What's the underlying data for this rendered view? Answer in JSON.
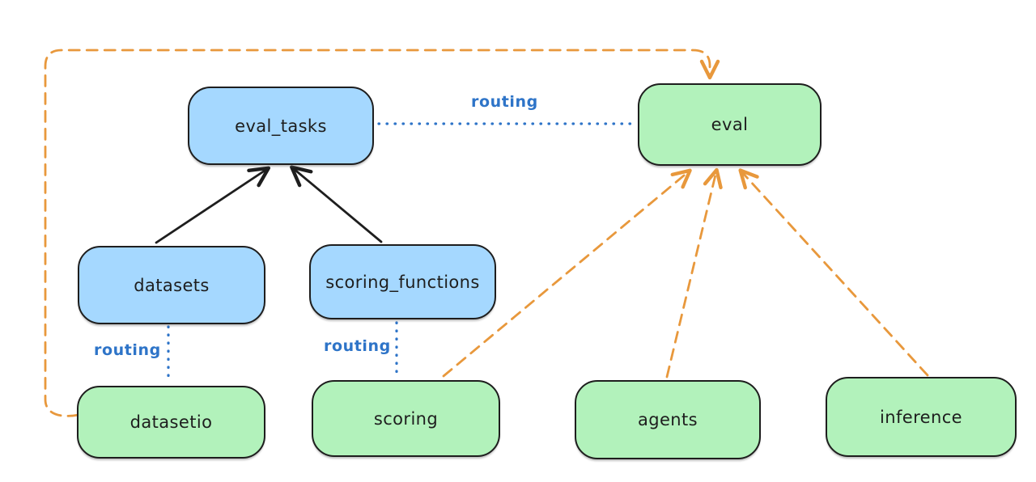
{
  "diagram": {
    "colors": {
      "background": "#ffffff",
      "node_stroke": "#1e1e1e",
      "blue_node_fill": "#a5d8ff",
      "green_node_fill": "#b2f2bb",
      "solid_arrow": "#1e1e1e",
      "routing_line_blue": "#2e74c8",
      "dashed_arrow_orange": "#e8983c"
    },
    "nodes": {
      "eval_tasks": {
        "label": "eval_tasks",
        "fill": "blue"
      },
      "eval": {
        "label": "eval",
        "fill": "green"
      },
      "datasets": {
        "label": "datasets",
        "fill": "blue"
      },
      "scoring_functions": {
        "label": "scoring_functions",
        "fill": "blue"
      },
      "datasetio": {
        "label": "datasetio",
        "fill": "green"
      },
      "scoring": {
        "label": "scoring",
        "fill": "green"
      },
      "agents": {
        "label": "agents",
        "fill": "green"
      },
      "inference": {
        "label": "inference",
        "fill": "green"
      }
    },
    "edge_labels": {
      "routing": "routing"
    },
    "edges": [
      {
        "from": "datasets",
        "to": "eval_tasks",
        "style": "solid",
        "color": "#1e1e1e",
        "arrowhead": true
      },
      {
        "from": "scoring_functions",
        "to": "eval_tasks",
        "style": "solid",
        "color": "#1e1e1e",
        "arrowhead": true
      },
      {
        "from": "eval_tasks",
        "to": "eval",
        "style": "dotted",
        "color": "#2e74c8",
        "label": "routing",
        "arrowhead": false
      },
      {
        "from": "datasets",
        "to": "datasetio",
        "style": "dotted",
        "color": "#2e74c8",
        "label": "routing",
        "arrowhead": false
      },
      {
        "from": "scoring_functions",
        "to": "scoring",
        "style": "dotted",
        "color": "#2e74c8",
        "label": "routing",
        "arrowhead": false
      },
      {
        "from": "datasetio",
        "to": "eval",
        "style": "dashed",
        "color": "#e8983c",
        "arrowhead": true,
        "route": "left-edge-then-top"
      },
      {
        "from": "scoring",
        "to": "eval",
        "style": "dashed",
        "color": "#e8983c",
        "arrowhead": true
      },
      {
        "from": "agents",
        "to": "eval",
        "style": "dashed",
        "color": "#e8983c",
        "arrowhead": true
      },
      {
        "from": "inference",
        "to": "eval",
        "style": "dashed",
        "color": "#e8983c",
        "arrowhead": true
      }
    ]
  }
}
